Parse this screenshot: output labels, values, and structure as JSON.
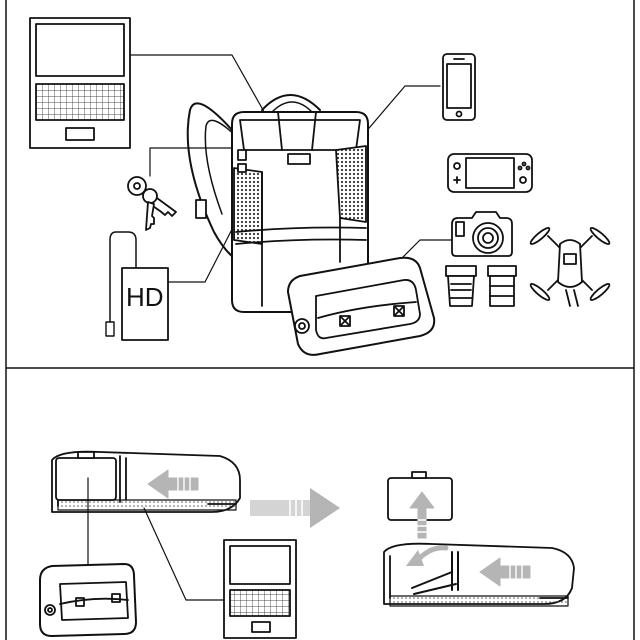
{
  "colors": {
    "stroke": "#111111",
    "background": "#ffffff",
    "mesh": "#444444",
    "arrow_gray": "#b5b5b5",
    "arrow_light": "#d4d4d4",
    "panel_gray": "#e6e6e6"
  },
  "diagram": {
    "top_panel": {
      "items": [
        {
          "name": "laptop-icon"
        },
        {
          "name": "key-icon"
        },
        {
          "name": "hard-drive-icon",
          "label": "HD"
        },
        {
          "name": "smartphone-icon"
        },
        {
          "name": "game-console-icon"
        },
        {
          "name": "camera-icon"
        },
        {
          "name": "lens-icon"
        },
        {
          "name": "drone-icon"
        }
      ],
      "center": {
        "name": "backpack-icon"
      },
      "accessory": {
        "name": "camera-insert-box-icon"
      }
    },
    "bottom_panel": {
      "steps": [
        {
          "name": "backpack-side-view-loaded"
        },
        {
          "name": "transition-arrow"
        },
        {
          "name": "backpack-side-view-unloaded"
        }
      ]
    }
  }
}
